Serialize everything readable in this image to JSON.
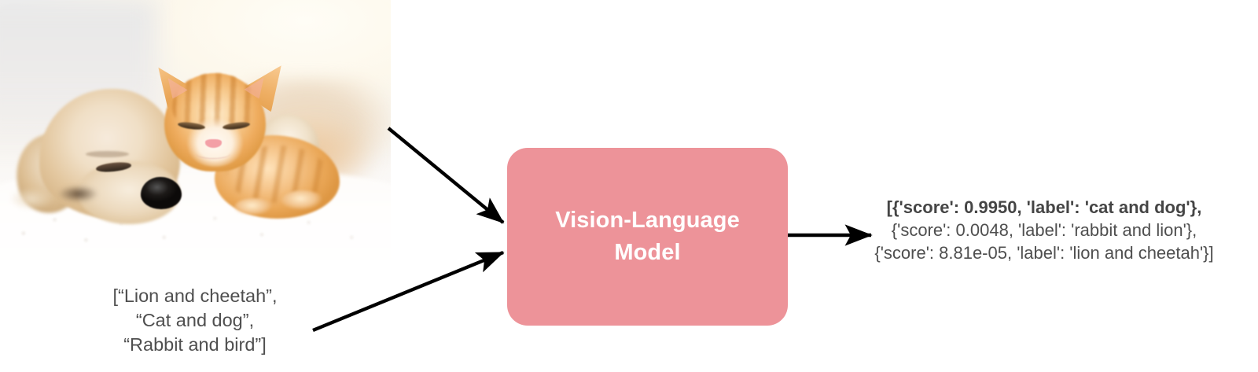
{
  "diagram": {
    "title": "Vision-Language Model zero-shot classification pipeline",
    "model_box": {
      "label_line1": "Vision-Language",
      "label_line2": "Model",
      "color": "#ed9399",
      "text_color": "#ffffff"
    },
    "image_input": {
      "alt": "Photo of a sleeping golden puppy and an orange tabby kitten cuddling on a white blanket",
      "subjects": [
        "puppy",
        "kitten"
      ]
    },
    "text_input": {
      "lines": [
        "[“Lion and cheetah”,",
        "“Cat and dog”,",
        "“Rabbit and bird”]"
      ]
    },
    "output": {
      "lines": [
        "[{'score': 0.9950, 'label': 'cat and dog'},",
        "{'score': 0.0048, 'label': 'rabbit and lion'},",
        "{'score': 8.81e-05, 'label': 'lion and cheetah'}]"
      ],
      "highlighted_line_index": 0,
      "text_color": "#4f4f4f"
    },
    "arrows": [
      {
        "name": "image-to-model-arrow",
        "from": "image",
        "to": "model"
      },
      {
        "name": "text-to-model-arrow",
        "from": "text-prompts",
        "to": "model"
      },
      {
        "name": "model-to-output-arrow",
        "from": "model",
        "to": "output"
      }
    ]
  }
}
